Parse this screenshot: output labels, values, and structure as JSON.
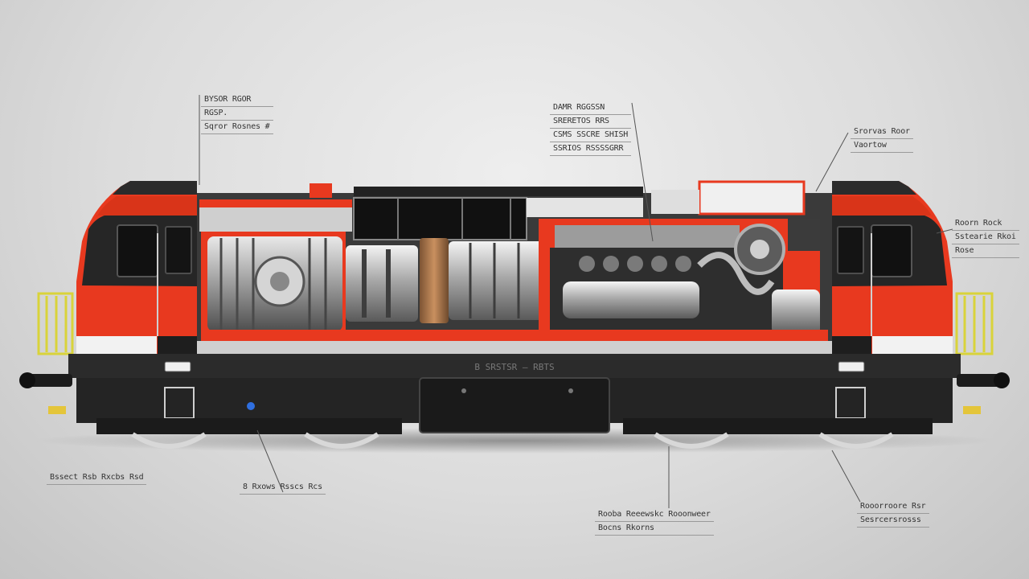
{
  "colors": {
    "body_red": "#e8391f",
    "body_dark": "#2b2b2b",
    "frame_gray": "#3a3a3a",
    "window_dark": "#1c1c1c",
    "white_stripe": "#f2f2f2",
    "handrail_yellow": "#d9d33a",
    "engine_silver": "#b9b9b9",
    "wheel_silver": "#d8d8d8"
  },
  "callouts": {
    "top_left": [
      "BYSOR RGOR",
      "RGSP.",
      "Sqror Rosnes #"
    ],
    "top_center": [
      "DAMR RGGSSN",
      "SRERETOS RRS",
      "CSMS SSCRE SHISH",
      "SSRIOS RSSSSGRR"
    ],
    "top_right": [
      "Srorvas Roor",
      "Vaortow"
    ],
    "mid_right": [
      "Roorn Rock",
      "Sstearie Rkoi",
      "Rose"
    ],
    "bottom_left": [
      "Bssect Rsb  Rxcbs Rsd"
    ],
    "bottom_mid_left": [
      "8  Rxows   Rsscs Rcs"
    ],
    "bottom_center": [
      "Rooba Reeewskc Rooonweer",
      "Bocns Rkorns"
    ],
    "bottom_right": [
      "Rooorroore Rsr",
      "Sesrcersrosss"
    ]
  },
  "frame_text": "B SRSTSR — RBTS"
}
